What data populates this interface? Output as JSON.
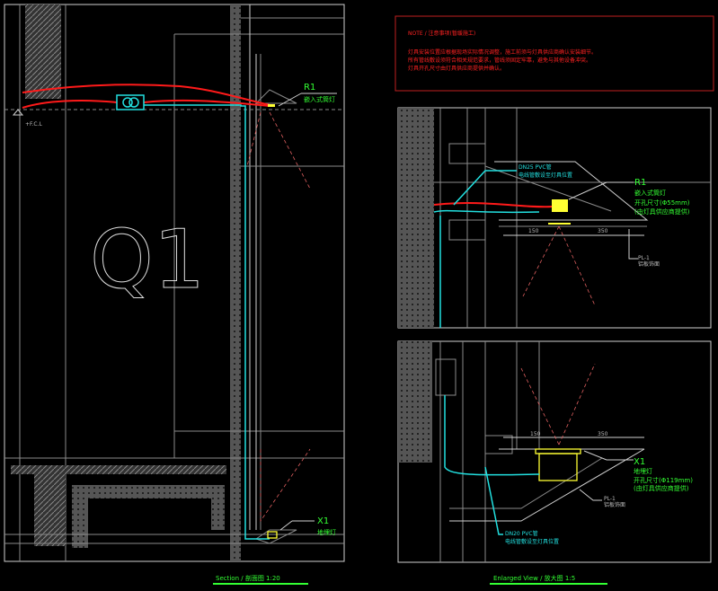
{
  "note": {
    "title": "NOTE / 注意事项(暂缓施工)",
    "lines": [
      "灯具安装位置应根据现场实际情况调整，施工前须与灯具供应商确认安装细节。",
      "所有管线敷设须符合相关规范要求，管线须固定牢靠，避免与其他设备冲突。",
      "灯具开孔尺寸由灯具供应商提供并确认。"
    ]
  },
  "section": {
    "grid_label": "Q1",
    "level_label": "+F.C.L",
    "r1_tag": "R1",
    "r1_name": "嵌入式筒灯",
    "x1_tag": "X1",
    "x1_name": "地埋灯",
    "caption": "Section / 剖面图  1:20"
  },
  "enlarged_top": {
    "conduit_label": "DN25 PVC管",
    "conduit_note": "电线管敷设至灯具位置",
    "r1_tag": "R1",
    "r1_name": "嵌入式筒灯",
    "r1_cutout": "开孔尺寸(Φ55mm)",
    "r1_note": "(由灯具供应商提供)",
    "dim_left": "150",
    "dim_right": "350",
    "material_tag": "PL-1",
    "material_name": "铝板饰面"
  },
  "enlarged_bottom": {
    "dim_left": "150",
    "dim_right": "350",
    "x1_tag": "X1",
    "x1_name": "地埋灯",
    "x1_cutout": "开孔尺寸(Φ119mm)",
    "x1_note": "(由灯具供应商提供)",
    "material_tag": "PL-1",
    "material_name": "铝板饰面",
    "conduit_label": "DN20 PVC管",
    "conduit_note": "电线管敷设至灯具位置"
  },
  "enlarged_caption": "Enlarged View / 放大图  1:5"
}
